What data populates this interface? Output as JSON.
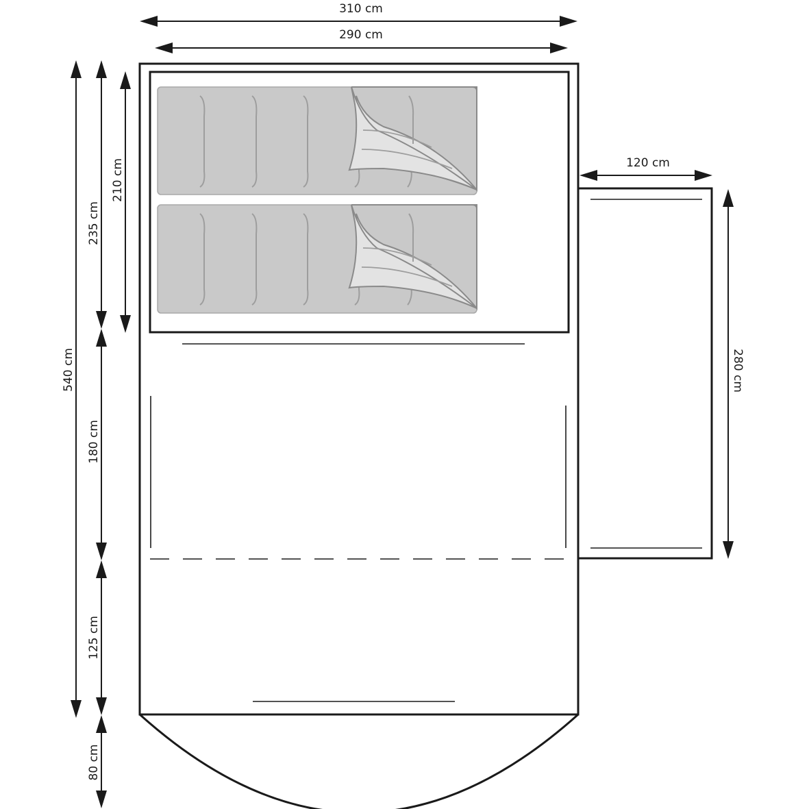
{
  "diagram": {
    "dimensions": {
      "outer_width": "310 cm",
      "inner_width": "290 cm",
      "total_length": "540 cm",
      "bedroom_section": "235 cm",
      "bedroom_inner": "210 cm",
      "living_section": "180 cm",
      "porch_section": "125 cm",
      "canopy_depth": "80 cm",
      "side_annex_width": "120 cm",
      "side_annex_length": "280 cm"
    }
  }
}
